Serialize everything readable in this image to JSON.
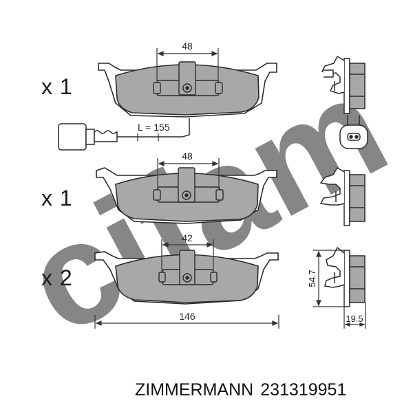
{
  "watermark": {
    "text": "cifam",
    "color": "#dcdcdc"
  },
  "colors": {
    "pad_fill": "#a8a8a8",
    "line": "#2a2a2a",
    "dim_line": "#333333",
    "plate_fill": "#ffffff"
  },
  "pads": [
    {
      "quantity": "x 1",
      "width_dim": "48"
    },
    {
      "quantity": "x 1",
      "width_dim": "48"
    },
    {
      "quantity": "x 2",
      "width_dim": "42"
    }
  ],
  "wear_sensor": {
    "length_label": "L = 155"
  },
  "dimensions": {
    "overall_width": "146",
    "height": "54.7",
    "thickness": "19.5"
  },
  "footer": {
    "brand": "ZIMMERMANN",
    "part_number": "231319951"
  }
}
